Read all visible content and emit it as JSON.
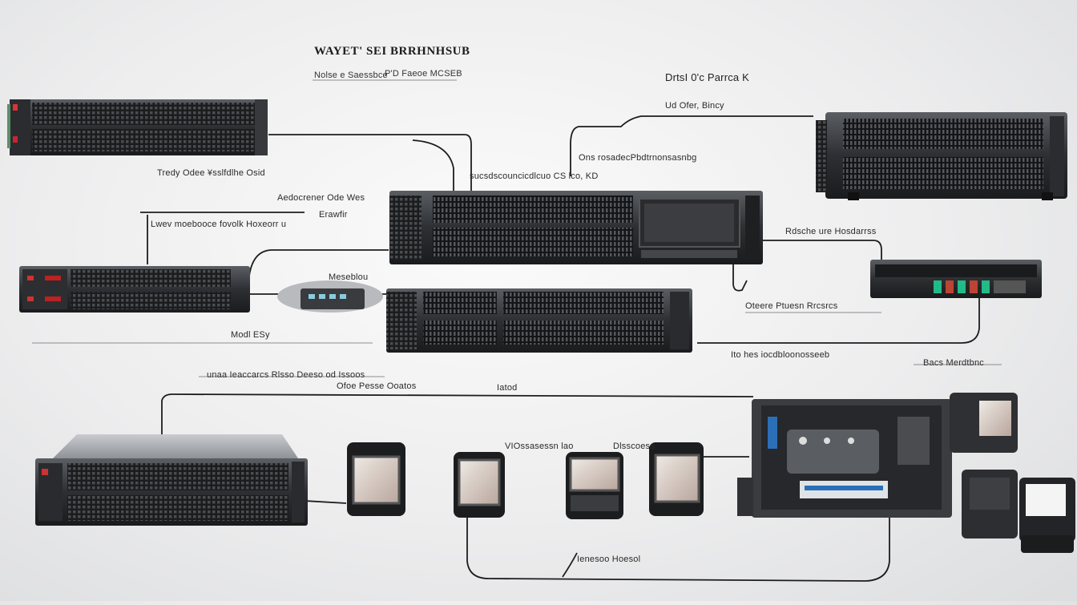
{
  "header": {
    "title": "WAYET' SEI BRRHNHSUB",
    "subtitle_left": "Nolse e Saessbce",
    "subtitle_right": "P'D Faeoe MCSEB"
  },
  "labels": {
    "top_right_1": "DrtsI 0'c Parrca K",
    "top_right_2": "Ud Ofer, Bincy",
    "center_top_1": "Ons rosadecPbdtrnonsasnbg",
    "center_top_2": "sucsdscouncicdlcuo CS lco, KD",
    "left_upper": "Tredy Odee ¥sslfdlhe Osid",
    "left_mid_1": "Aedocrener Ode Wes",
    "left_mid_2": "Lwev moebooce fovolk Hoxeorr u",
    "left_mid_3": "Erawfir",
    "small_connector": "Meseblou",
    "right_mid": "Rdsche ure Hosdarrss",
    "right_center": "Oteere Ptuesn Rrcsrcs",
    "left_low": "Modl ESy",
    "right_low": "Ito hes iocdbloonosseeb",
    "right_low_2": "Bacs Merdtbnc",
    "lower_left_1": "unaa Ieaccarcs Rlsso Deeso od Issoos",
    "lower_left_2": "Ofoe Pesse Ooatos",
    "lower_center": "Iatod",
    "storage_label_1": "VIOssasessn lao",
    "storage_label_2": "Dlsscoess",
    "bottom_center": "Ienesoo Hoesol"
  },
  "device_icons": [
    "rack-server-icon",
    "storage-drive-icon",
    "network-switch-icon",
    "motherboard-icon"
  ]
}
